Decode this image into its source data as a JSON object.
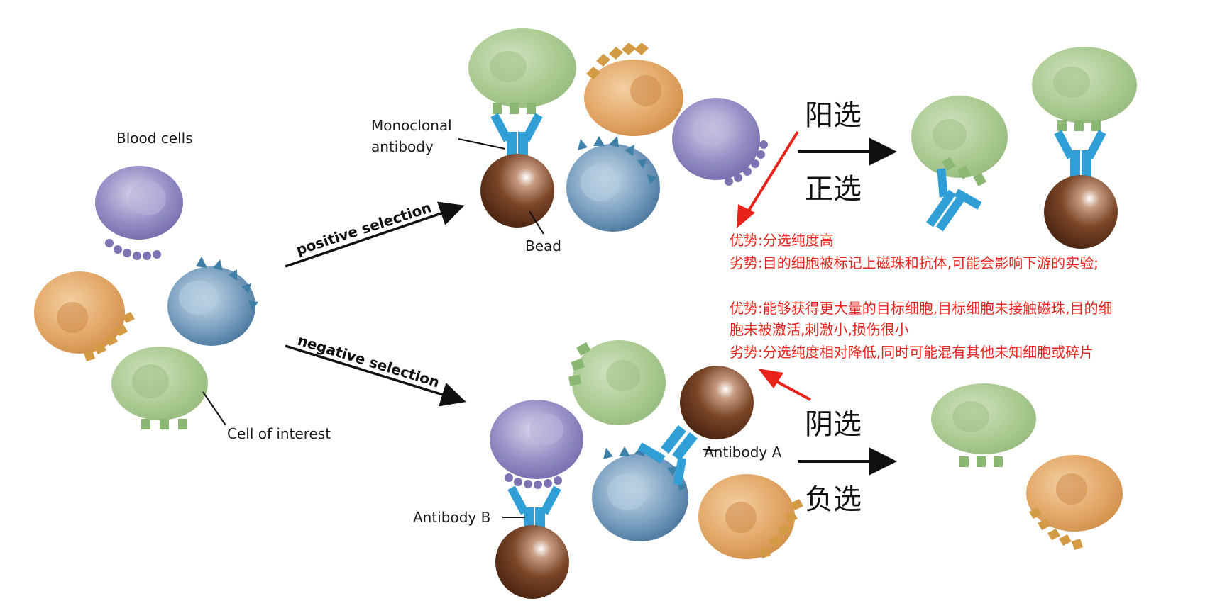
{
  "labels": {
    "blood_cells": "Blood cells",
    "cell_of_interest": "Cell of interest",
    "monoclonal_line1": "Monoclonal",
    "monoclonal_line2": "antibody",
    "bead": "Bead",
    "antibody_a": "Antibody A",
    "antibody_b": "Antibody B",
    "positive_selection": "positive selection",
    "negative_selection": "negative selection"
  },
  "positive": {
    "title_top": "阳选",
    "title_bottom": "正选",
    "advantage": "优势:分选纯度高",
    "disadvantage": "劣势:目的细胞被标记上磁珠和抗体,可能会影响下游的实验;"
  },
  "negative": {
    "title_top": "阴选",
    "title_bottom": "负选",
    "advantage_line1": "优势:能够获得更大量的目标细胞,目标细胞未接触磁珠,目的细",
    "advantage_line2": "胞未被激活,刺激小,损伤很小",
    "disadvantage": "劣势:分选纯度相对降低,同时可能混有其他未知细胞或碎片"
  },
  "colors": {
    "green_cell": "#a7c98e",
    "orange_cell": "#e0a868",
    "purple_cell": "#8d86bf",
    "blue_cell": "#6f97b8",
    "antibody": "#2f9fd6",
    "bead": "#6b3c22",
    "annotation_red": "#e8231c"
  }
}
